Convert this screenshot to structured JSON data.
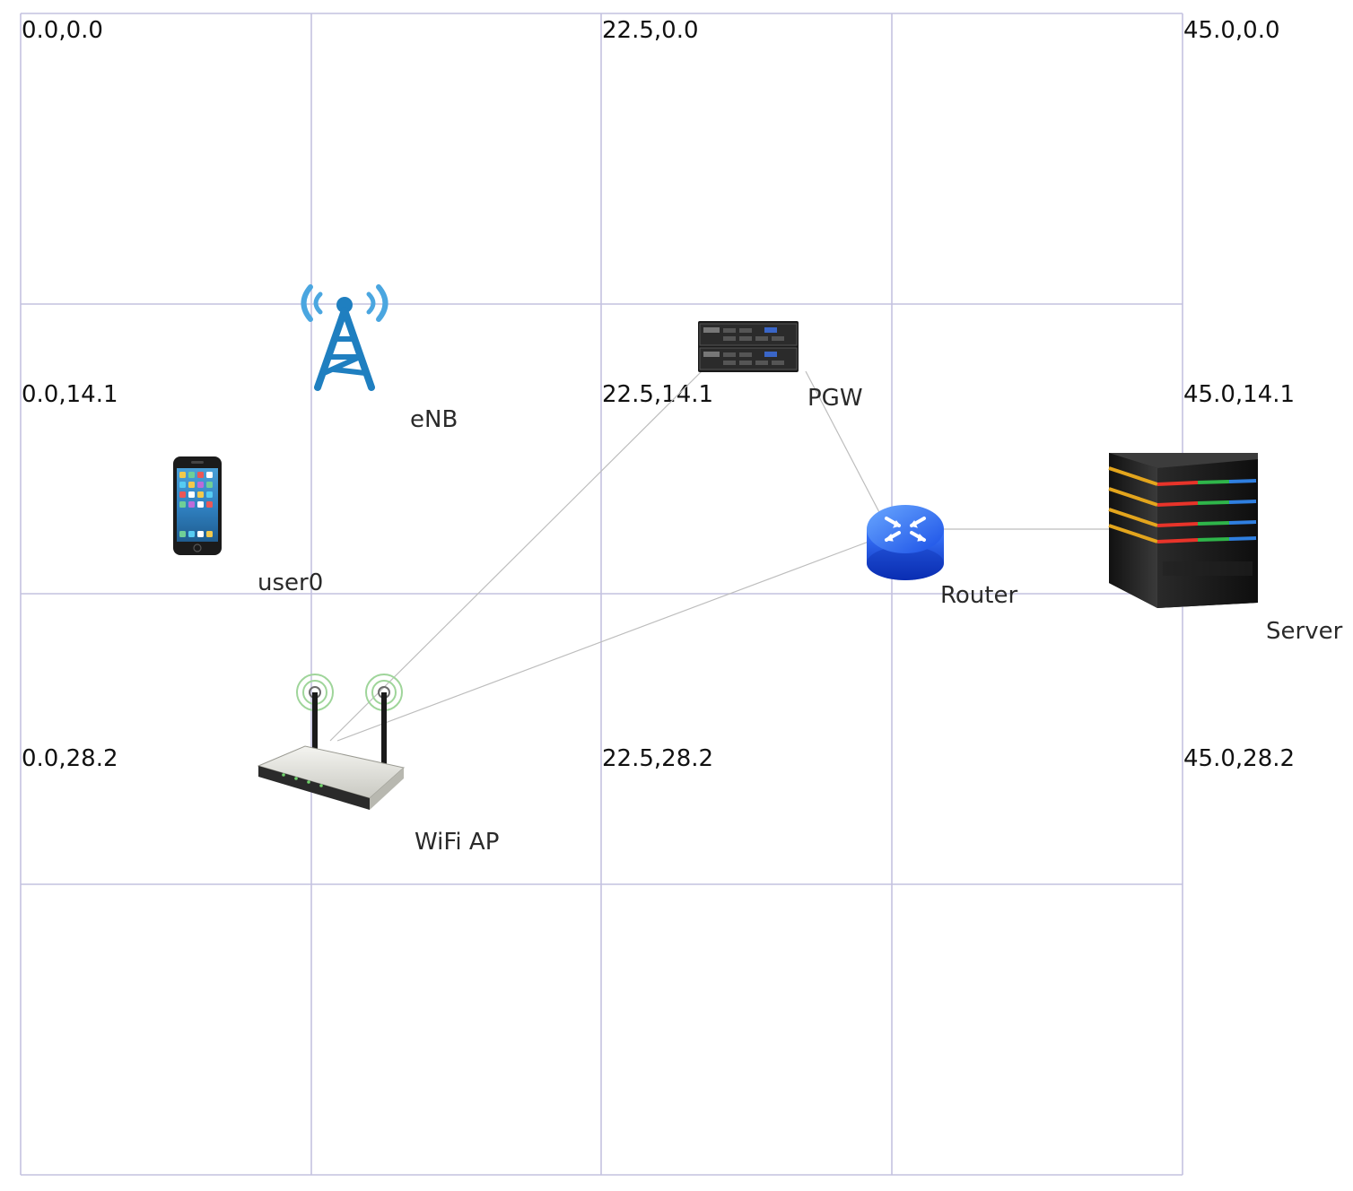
{
  "grid": {
    "line_color": "#c4c2df",
    "coordinate_labels": [
      "0.0,0.0",
      "22.5,0.0",
      "45.0,0.0",
      "0.0,14.1",
      "22.5,14.1",
      "45.0,14.1",
      "0.0,28.2",
      "22.5,28.2",
      "45.0,28.2"
    ]
  },
  "nodes": {
    "enb": {
      "label": "eNB",
      "icon": "cell-tower-icon",
      "color": "#1f7fc0"
    },
    "pgw": {
      "label": "PGW",
      "icon": "rack-server-icon"
    },
    "user0": {
      "label": "user0",
      "icon": "smartphone-icon"
    },
    "router": {
      "label": "Router",
      "icon": "router-icon",
      "color": "#1e4fe0"
    },
    "server": {
      "label": "Server",
      "icon": "server-tower-icon"
    },
    "wifi_ap": {
      "label": "WiFi AP",
      "icon": "wifi-router-icon"
    }
  },
  "links": [
    {
      "from": "PGW",
      "to": "WiFi AP"
    },
    {
      "from": "PGW",
      "to": "Router"
    },
    {
      "from": "Router",
      "to": "WiFi AP"
    },
    {
      "from": "Router",
      "to": "Server"
    }
  ]
}
